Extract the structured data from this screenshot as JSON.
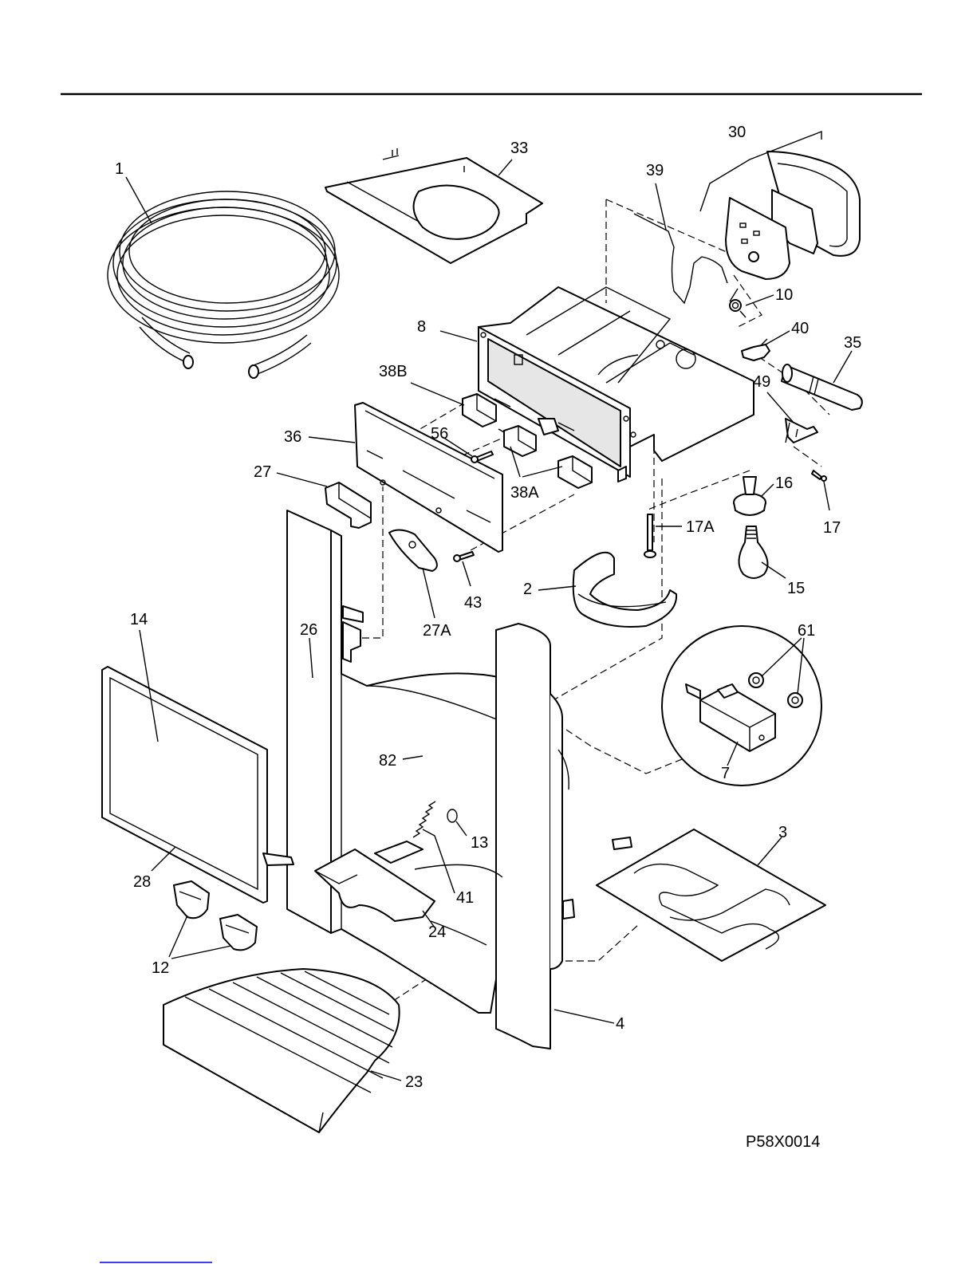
{
  "figure_code": "P58X0014",
  "parts": [
    {
      "id": "p1",
      "label": "1"
    },
    {
      "id": "p33",
      "label": "33"
    },
    {
      "id": "p39",
      "label": "39"
    },
    {
      "id": "p30",
      "label": "30"
    },
    {
      "id": "p10",
      "label": "10"
    },
    {
      "id": "p40",
      "label": "40"
    },
    {
      "id": "p35",
      "label": "35"
    },
    {
      "id": "p8",
      "label": "8"
    },
    {
      "id": "p38B",
      "label": "38B"
    },
    {
      "id": "p49",
      "label": "49"
    },
    {
      "id": "p36",
      "label": "36"
    },
    {
      "id": "p56",
      "label": "56"
    },
    {
      "id": "p27",
      "label": "27"
    },
    {
      "id": "p38A",
      "label": "38A"
    },
    {
      "id": "p16",
      "label": "16"
    },
    {
      "id": "p17",
      "label": "17"
    },
    {
      "id": "p17A",
      "label": "17A"
    },
    {
      "id": "p15",
      "label": "15"
    },
    {
      "id": "p2",
      "label": "2"
    },
    {
      "id": "p43",
      "label": "43"
    },
    {
      "id": "p27A",
      "label": "27A"
    },
    {
      "id": "p14",
      "label": "14"
    },
    {
      "id": "p26",
      "label": "26"
    },
    {
      "id": "p61",
      "label": "61"
    },
    {
      "id": "p82",
      "label": "82"
    },
    {
      "id": "p7",
      "label": "7"
    },
    {
      "id": "p13",
      "label": "13"
    },
    {
      "id": "p3",
      "label": "3"
    },
    {
      "id": "p41",
      "label": "41"
    },
    {
      "id": "p28",
      "label": "28"
    },
    {
      "id": "p24",
      "label": "24"
    },
    {
      "id": "p12",
      "label": "12"
    },
    {
      "id": "p4",
      "label": "4"
    },
    {
      "id": "p23",
      "label": "23"
    }
  ]
}
